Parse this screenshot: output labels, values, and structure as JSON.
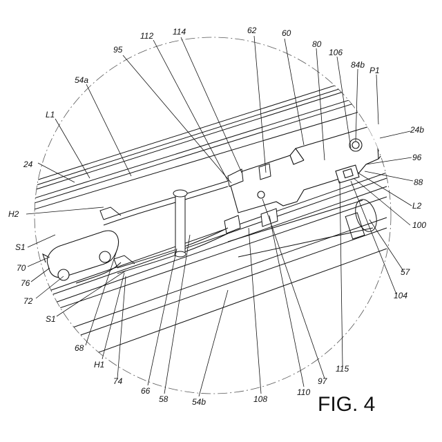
{
  "figure": {
    "caption": "FIG. 4",
    "labels": [
      "62",
      "60",
      "114",
      "112",
      "95",
      "80",
      "106",
      "84b",
      "P1",
      "54a",
      "L1",
      "24b",
      "24",
      "96",
      "88",
      "H2",
      "L2",
      "100",
      "S1",
      "70",
      "76",
      "72",
      "57",
      "104",
      "S1",
      "68",
      "H1",
      "74",
      "66",
      "58",
      "54b",
      "108",
      "110",
      "97",
      "115"
    ]
  }
}
